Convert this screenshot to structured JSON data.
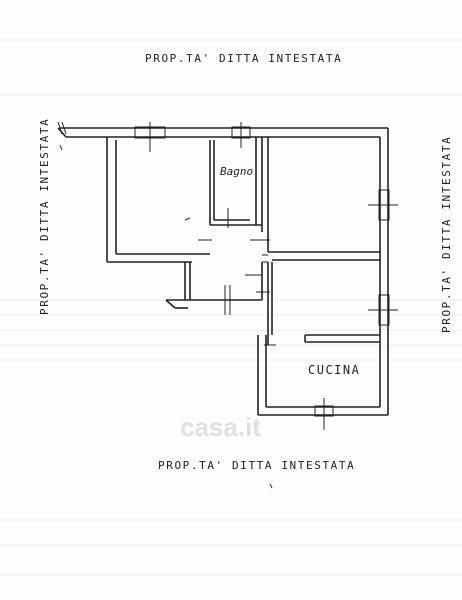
{
  "labels": {
    "top": "PROP.TA' DITTA INTESTATA",
    "bottom": "PROP.TA' DITTA INTESTATA",
    "left": "PROP.TA' DITTA INTESTATA",
    "right": "PROP.TA' DITTA INTESTATA"
  },
  "rooms": {
    "bath": "Bagno",
    "kitchen": "CUCINA"
  },
  "watermark": "casa.it",
  "colors": {
    "ink": "#222222",
    "paper": "#fdfdfc",
    "grid": "#e6e6e6"
  }
}
